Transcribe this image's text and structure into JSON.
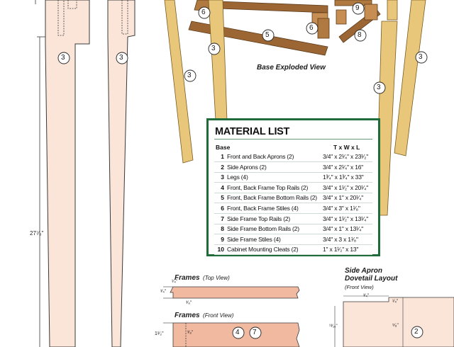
{
  "base_exploded_view_label": "Base Exploded View",
  "leg_callout": "3",
  "callouts": {
    "part5": "5",
    "part6": "6",
    "part8": "8",
    "part9": "9",
    "part2": "2",
    "part4": "4",
    "part7": "7"
  },
  "leg_length_dim": "27⁷⁄₈\"",
  "material_list": {
    "title": "MATERIAL LIST",
    "header_left": "Base",
    "header_right": "T x W x L",
    "rows": [
      {
        "num": "1",
        "name": "Front and Back Aprons (2)",
        "size": "3/4\" x 2¹⁄₄\" x 23¹⁄₂\""
      },
      {
        "num": "2",
        "name": "Side Aprons (2)",
        "size": "3/4\" x 2¹⁄₄\" x 16\""
      },
      {
        "num": "3",
        "name": "Legs (4)",
        "size": "1³⁄₄\" x 1³⁄₄\" x 33\""
      },
      {
        "num": "4",
        "name": "Front, Back Frame Top Rails (2)",
        "size": "3/4\" x 1¹⁄₂\" x 20¹⁄₄\""
      },
      {
        "num": "5",
        "name": "Front, Back Frame Bottom Rails (2)",
        "size": "3/4\" x 1\" x 20¹⁄₄\""
      },
      {
        "num": "6",
        "name": "Front, Back Frame Stiles (4)",
        "size": "3/4\" x 3\" x 1¹⁄₈\""
      },
      {
        "num": "7",
        "name": "Side Frame Top Rails (2)",
        "size": "3/4\" x 1¹⁄₂\" x 13¹⁄₄\""
      },
      {
        "num": "8",
        "name": "Side Frame Bottom Rails (2)",
        "size": "3/4\" x 1\" x 13¹⁄₄\""
      },
      {
        "num": "9",
        "name": "Side Frame Stiles (4)",
        "size": "3/4\" x 3 x 1¹⁄₈\""
      },
      {
        "num": "10",
        "name": "Cabinet Mounting Cleats (2)",
        "size": "1\" x 1¹⁄₂\" x 13\""
      }
    ]
  },
  "frames_top": {
    "title": "Frames",
    "subtitle": "(Top View)",
    "dim_a": "¹⁄₄\"",
    "dim_b": "³⁄₄\"",
    "dim_c": "³⁄₈\""
  },
  "frames_front": {
    "title": "Frames",
    "subtitle": "(Front View)",
    "dim_a": "1¹⁄₂\"",
    "dim_b": "³⁄₈\""
  },
  "dovetail": {
    "title_line1": "Side Apron",
    "title_line2": "Dovetail Layout",
    "subtitle": "(Front View)",
    "dim_top": "³⁄₄\"",
    "dim_right_top": "¹⁄₄\"",
    "dim_right_mid": "⁵⁄₈\"",
    "dim_left": "¹³⁄₁₆\""
  },
  "colors": {
    "wood": "#e8c77a",
    "wood_dark": "#8a5a2b",
    "leg_pink": "#fbe4d8",
    "frame_salmon": "#f2b9a1",
    "list_border": "#1f6b3a"
  }
}
